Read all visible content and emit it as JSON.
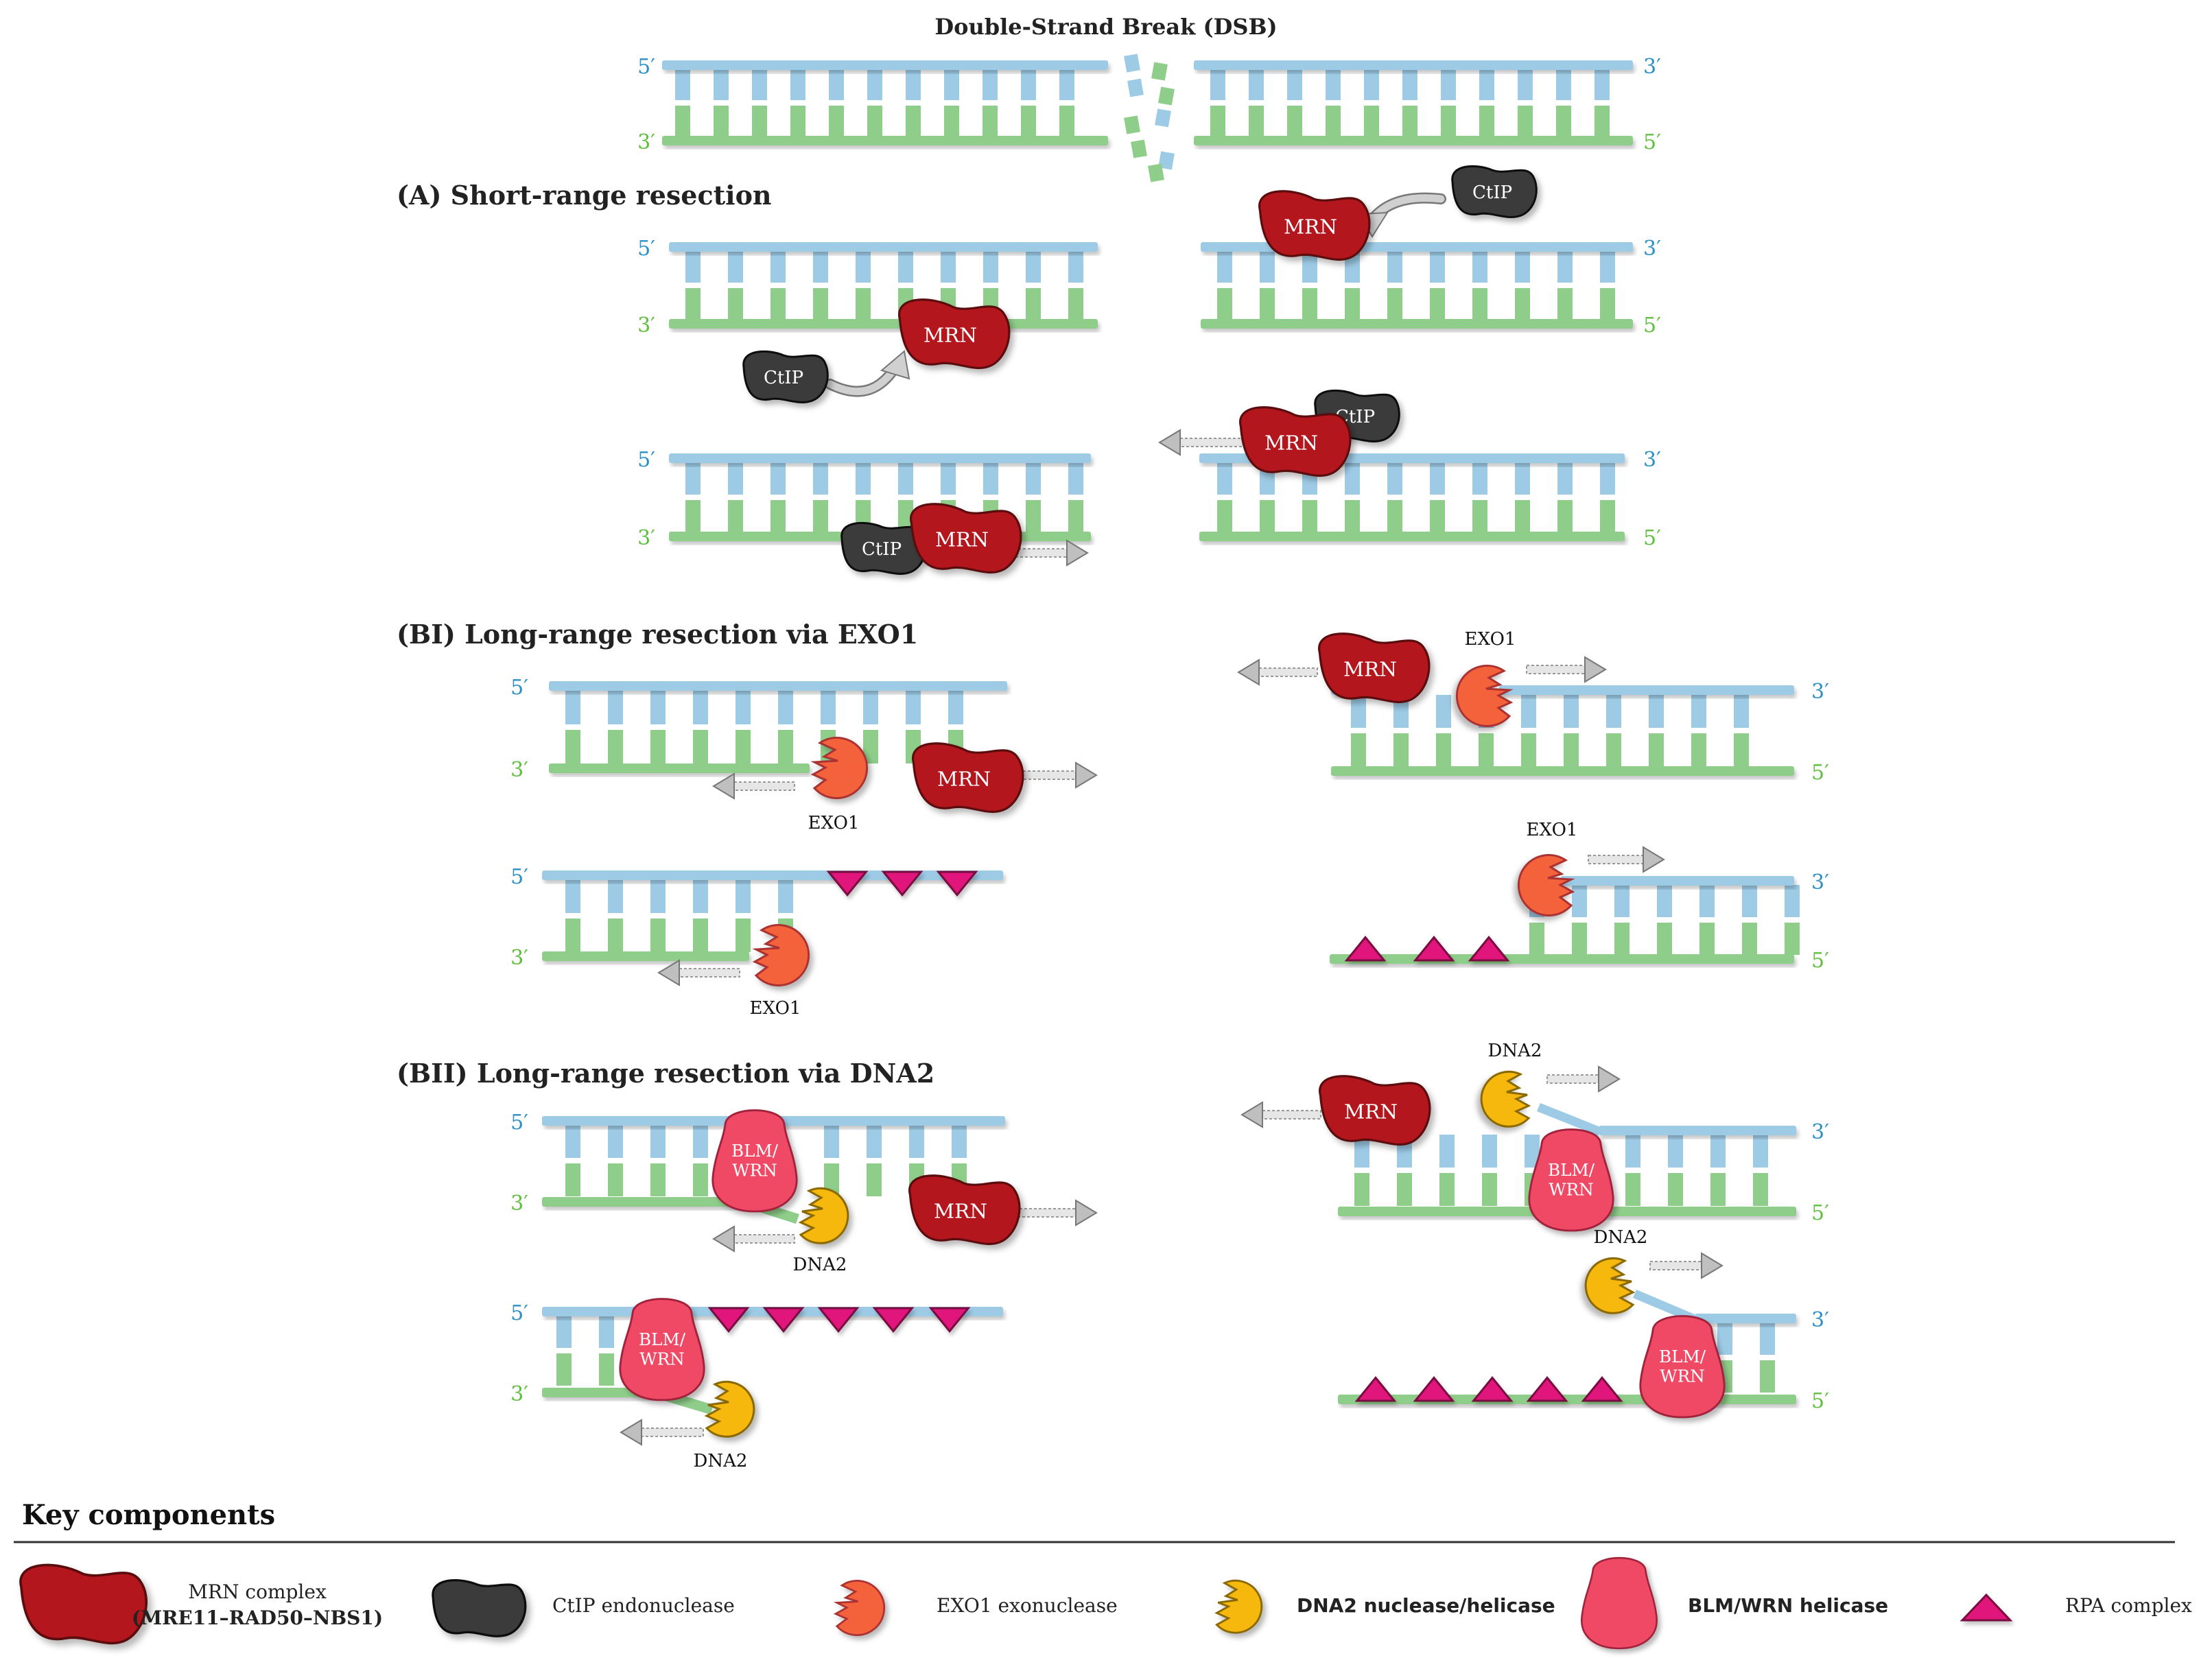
{
  "title": "Double-Strand Break (DSB)",
  "labels": {
    "five": "5′",
    "three": "3′"
  },
  "sections": {
    "a": "(A)  Short-range resection",
    "bi": "(BI)  Long-range resection via EXO1",
    "bii": "(BII)  Long-range resection via DNA2"
  },
  "proteins": {
    "mrn": "MRN",
    "ctip": "CtIP",
    "exo1": "EXO1",
    "dna2": "DNA2",
    "blm_line1": "BLM/",
    "blm_line2": "WRN"
  },
  "key": {
    "heading": "Key components",
    "mrn_line1": "MRN complex",
    "mrn_line2": "(MRE11–RAD50–NBS1)",
    "ctip": "CtIP endonuclease",
    "exo1": "EXO1 exonuclease",
    "dna2": "DNA2 nuclease/helicase",
    "blm": "BLM/WRN  helicase",
    "rpa": "RPA complex"
  },
  "colors": {
    "top_strand": "#9dcbe6",
    "bottom_strand": "#8fce8a",
    "five_label": "#2d8fc7",
    "three_label": "#5fbf3f",
    "mrn": "#b3121f",
    "ctip": "#3a3a3a",
    "exo1": "#f4623a",
    "dna2": "#f6b80d",
    "blm": "#f04a66",
    "rpa": "#e0137c",
    "arrow": "#bfbfbf"
  },
  "icons": [
    "mrn-blob",
    "ctip-blob",
    "exo1-pacman",
    "dna2-pacman",
    "blm-helicase",
    "rpa-triangle",
    "arrow-left",
    "arrow-right"
  ]
}
